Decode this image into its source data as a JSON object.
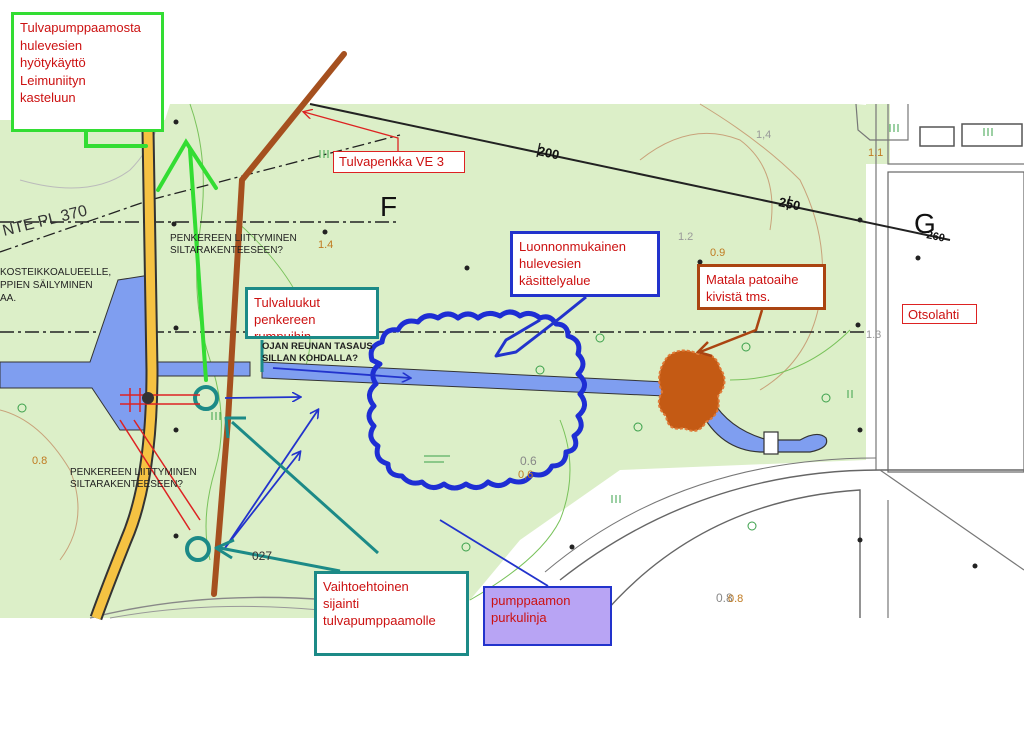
{
  "callouts": {
    "pump": [
      "Tulvapumppaamosta",
      "hulevesien",
      "hyötykäyttö",
      "Leimuniityn",
      "kasteluun"
    ],
    "penkka": "Tulvapenkka VE 3",
    "luonnon": [
      "Luonnonmukainen",
      "hulevesien",
      "käsittelyalue"
    ],
    "patoaihe": [
      "Matala patoaihe",
      "kivistä tms."
    ],
    "otsolahti": "Otsolahti",
    "luukut": [
      "Tulvaluukut",
      "penkereen",
      "rumpuihin"
    ],
    "vaihto": [
      "Vaihtoehtoinen",
      "sijainti",
      "tulvapumppaamolle"
    ],
    "purku": [
      "pumppaamon",
      "purkulinja"
    ]
  },
  "map_labels": {
    "pl": "NTE PL 370",
    "letter_f": "F",
    "letter_g": "G",
    "chain_200": "200",
    "chain_250": "250",
    "chain_260": "260",
    "liittyminen_top": [
      "PENKEREEN LIITTYMINEN",
      "SILTARAKENTEESEEN?"
    ],
    "liittyminen_bottom": [
      "PENKEREEN LIITTYMINEN",
      "SILTARAKENTEESEEN?"
    ],
    "kosteikko": [
      "KOSTEIKKOALUEELLE,",
      "PPIEN SÄILYMINEN",
      "AA."
    ],
    "ojan": [
      "OJAN REUNAN TASAUS",
      "SILLAN KOHDALLA?"
    ],
    "point_027": "027",
    "elevations": {
      "e14a": "1.4",
      "e14b": "1,4",
      "e12": "1.2",
      "e09": "0.9",
      "e11": "1.1",
      "e13": "1.3",
      "e08a": "0.8",
      "e06a": "0.6",
      "e06b": "0,6",
      "e08b": "0.8",
      "e08c": "0.8"
    }
  },
  "colors": {
    "map_fill": "#dcefc8",
    "callout_text": "#cc1111",
    "pump_box": "#33dd33",
    "water": "#7f9ef0",
    "pond_outline": "#1e2ed4",
    "teal": "#1c8a87",
    "brown_line": "#a5501f",
    "dam": "#c45a14",
    "road_yellow": "#f5c242"
  }
}
